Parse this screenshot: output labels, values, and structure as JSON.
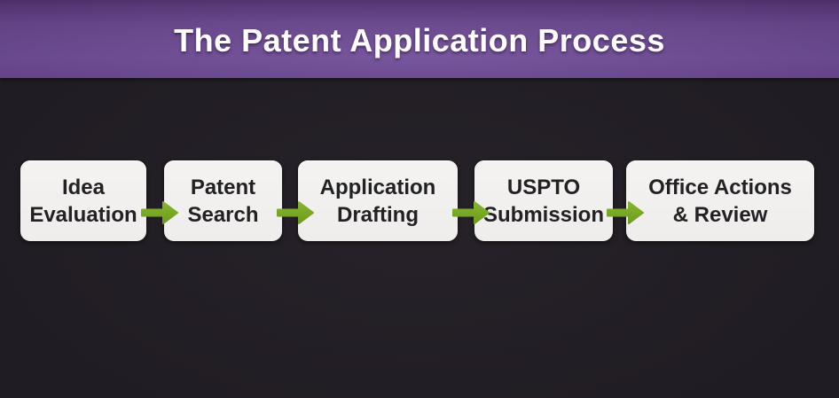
{
  "title": "The Patent Application Process",
  "steps": [
    {
      "label": "Idea\nEvaluation"
    },
    {
      "label": "Patent\nSearch"
    },
    {
      "label": "Application\nDrafting"
    },
    {
      "label": "USPTO\nSubmission"
    },
    {
      "label": "Office Actions\n& Review"
    }
  ],
  "icons": {
    "flow_arrow": "right-arrow"
  },
  "colors": {
    "banner_purple": "#69458f",
    "banner_purple_dark": "#573473",
    "background_dark": "#201c23",
    "background_light": "#272229",
    "box_background": "#f1f0ee",
    "box_text": "#222124",
    "arrow_green": "#7aa821",
    "arrow_green_light": "#86b52e",
    "arrow_green_dark": "#6d9c1d",
    "title_text": "#ffffff"
  }
}
